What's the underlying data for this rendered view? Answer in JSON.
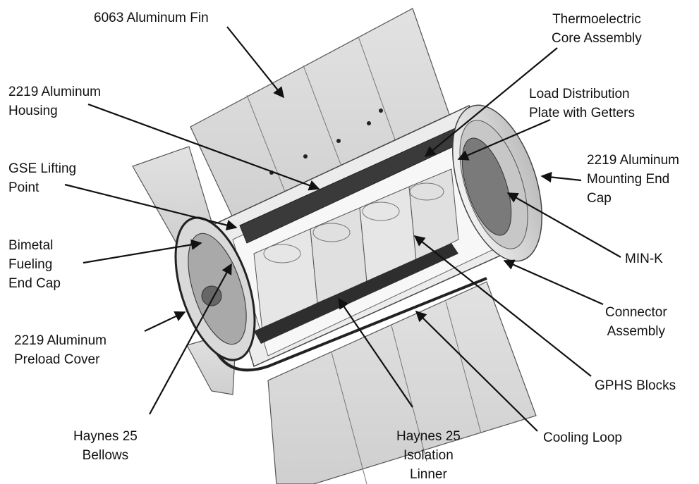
{
  "labels": {
    "fin": [
      "6063 Aluminum Fin"
    ],
    "core": [
      "Thermoelectric",
      "Core Assembly"
    ],
    "housing": [
      "2219 Aluminum",
      "Housing"
    ],
    "ldp": [
      "Load Distribution",
      "Plate with Getters"
    ],
    "gse": [
      "GSE Lifting",
      "Point"
    ],
    "mount_cap": [
      "2219 Aluminum",
      "Mounting End",
      "Cap"
    ],
    "bimetal": [
      "Bimetal",
      "Fueling",
      "End Cap"
    ],
    "mink": [
      "MIN-K"
    ],
    "preload": [
      "2219 Aluminum",
      "Preload Cover"
    ],
    "connector": [
      "Connector",
      "Assembly"
    ],
    "gphs": [
      "GPHS Blocks"
    ],
    "bellows": [
      "Haynes 25",
      "Bellows"
    ],
    "isolation": [
      "Haynes 25",
      "Isolation",
      "Linner"
    ],
    "cooling": [
      "Cooling Loop"
    ]
  }
}
